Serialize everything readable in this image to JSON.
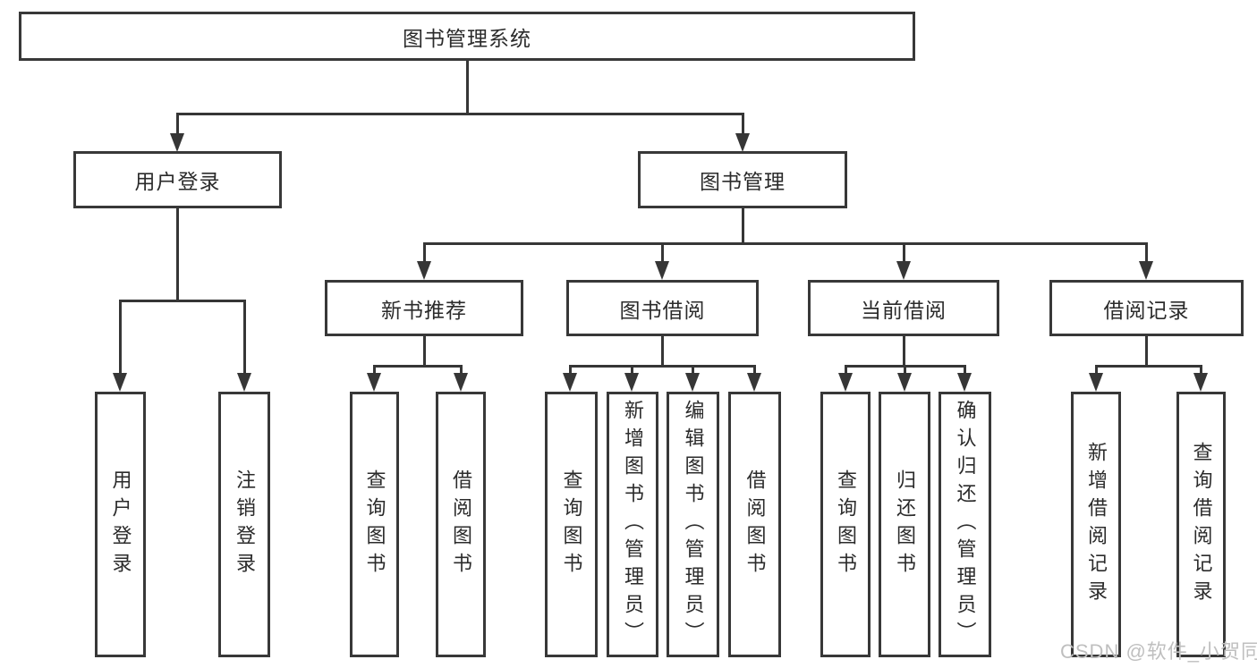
{
  "diagram": {
    "root": {
      "label": "图书管理系统"
    },
    "level2": [
      {
        "label": "用户登录"
      },
      {
        "label": "图书管理"
      }
    ],
    "level3": [
      {
        "label": "新书推荐"
      },
      {
        "label": "图书借阅"
      },
      {
        "label": "当前借阅"
      },
      {
        "label": "借阅记录"
      }
    ],
    "leaves": {
      "user_login": [
        {
          "label": "用户登录"
        },
        {
          "label": "注销登录"
        }
      ],
      "new_book": [
        {
          "label": "查询图书"
        },
        {
          "label": "借阅图书"
        }
      ],
      "book_borrow": [
        {
          "label": "查询图书"
        },
        {
          "label": "新增图书（管理员）"
        },
        {
          "label": "编辑图书（管理员）"
        },
        {
          "label": "借阅图书"
        }
      ],
      "current_borrow": [
        {
          "label": "查询图书"
        },
        {
          "label": "归还图书"
        },
        {
          "label": "确认归还（管理员）"
        }
      ],
      "borrow_record": [
        {
          "label": "新增借阅记录"
        },
        {
          "label": "查询借阅记录"
        }
      ]
    }
  },
  "watermark": {
    "text": "CSDN @软件_小贺同学"
  },
  "colors": {
    "line": "#363636",
    "border": "#383838",
    "text": "#2b2b2b",
    "watermark": "#bfbfbf",
    "background": "#ffffff"
  }
}
